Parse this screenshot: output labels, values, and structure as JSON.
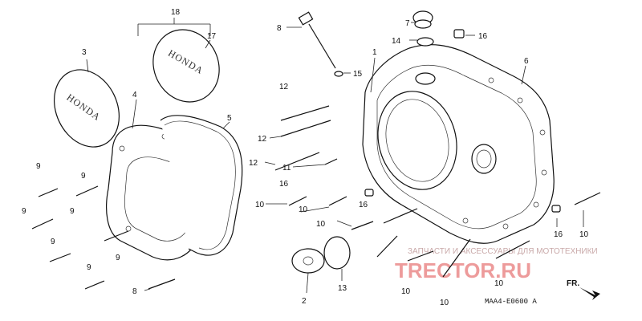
{
  "diagram": {
    "code": "MAA4-E0600 A",
    "front_marker": "FR.",
    "watermark": "ЗАПЧАСТИ И АКСЕССУАРЫ ДЛЯ МОТОТЕХНИКИ",
    "brand_mark": "TRECTOR.RU",
    "cover_logo": "HONDA",
    "callouts": {
      "c18": "18",
      "c17": "17",
      "c3": "3",
      "c4": "4",
      "c5": "5",
      "c8": "8",
      "c7": "7",
      "c14": "14",
      "c16a": "16",
      "c1": "1",
      "c6": "6",
      "c15": "15",
      "c12a": "12",
      "c12b": "12",
      "c12c": "12",
      "c11": "11",
      "c16b": "16",
      "c10a": "10",
      "c10b": "10",
      "c16c": "16",
      "c10c": "10",
      "c16d": "16",
      "c10d": "10",
      "c10e": "10",
      "c10f": "10",
      "c10g": "10",
      "c2": "2",
      "c13": "13",
      "c9a": "9",
      "c9b": "9",
      "c9c": "9",
      "c9d": "9",
      "c9e": "9",
      "c9f": "9",
      "c9g": "9",
      "c8b": "8"
    }
  }
}
